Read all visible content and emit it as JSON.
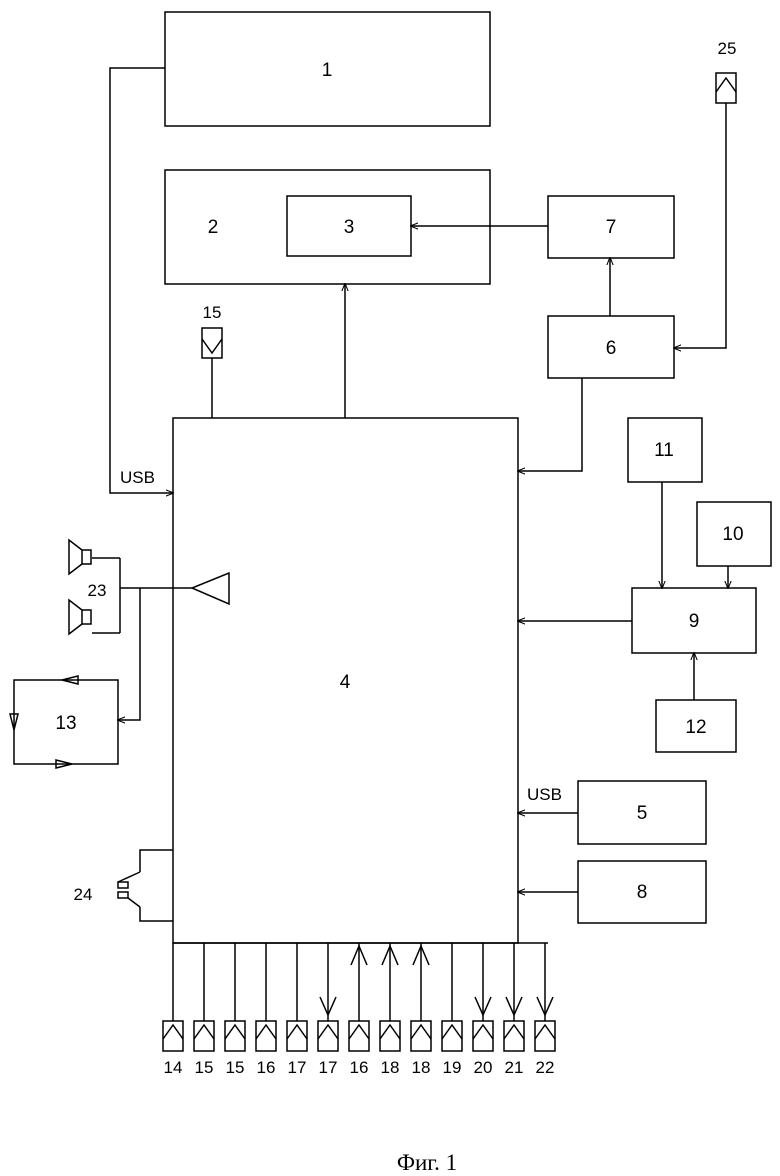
{
  "blocks": {
    "b1": "1",
    "b2": "2",
    "b3": "3",
    "b4": "4",
    "b5": "5",
    "b6": "6",
    "b7": "7",
    "b8": "8",
    "b9": "9",
    "b10": "10",
    "b11": "11",
    "b12": "12",
    "b13": "13"
  },
  "labels": {
    "usb_left": "USB",
    "usb_right": "USB",
    "sensor_15_top": "15",
    "sensor_25": "25",
    "speakers": "23",
    "switch": "24"
  },
  "bottom_sensors": [
    "14",
    "15",
    "15",
    "16",
    "17",
    "17",
    "16",
    "18",
    "18",
    "19",
    "20",
    "21",
    "22"
  ],
  "caption": "Фиг. 1"
}
